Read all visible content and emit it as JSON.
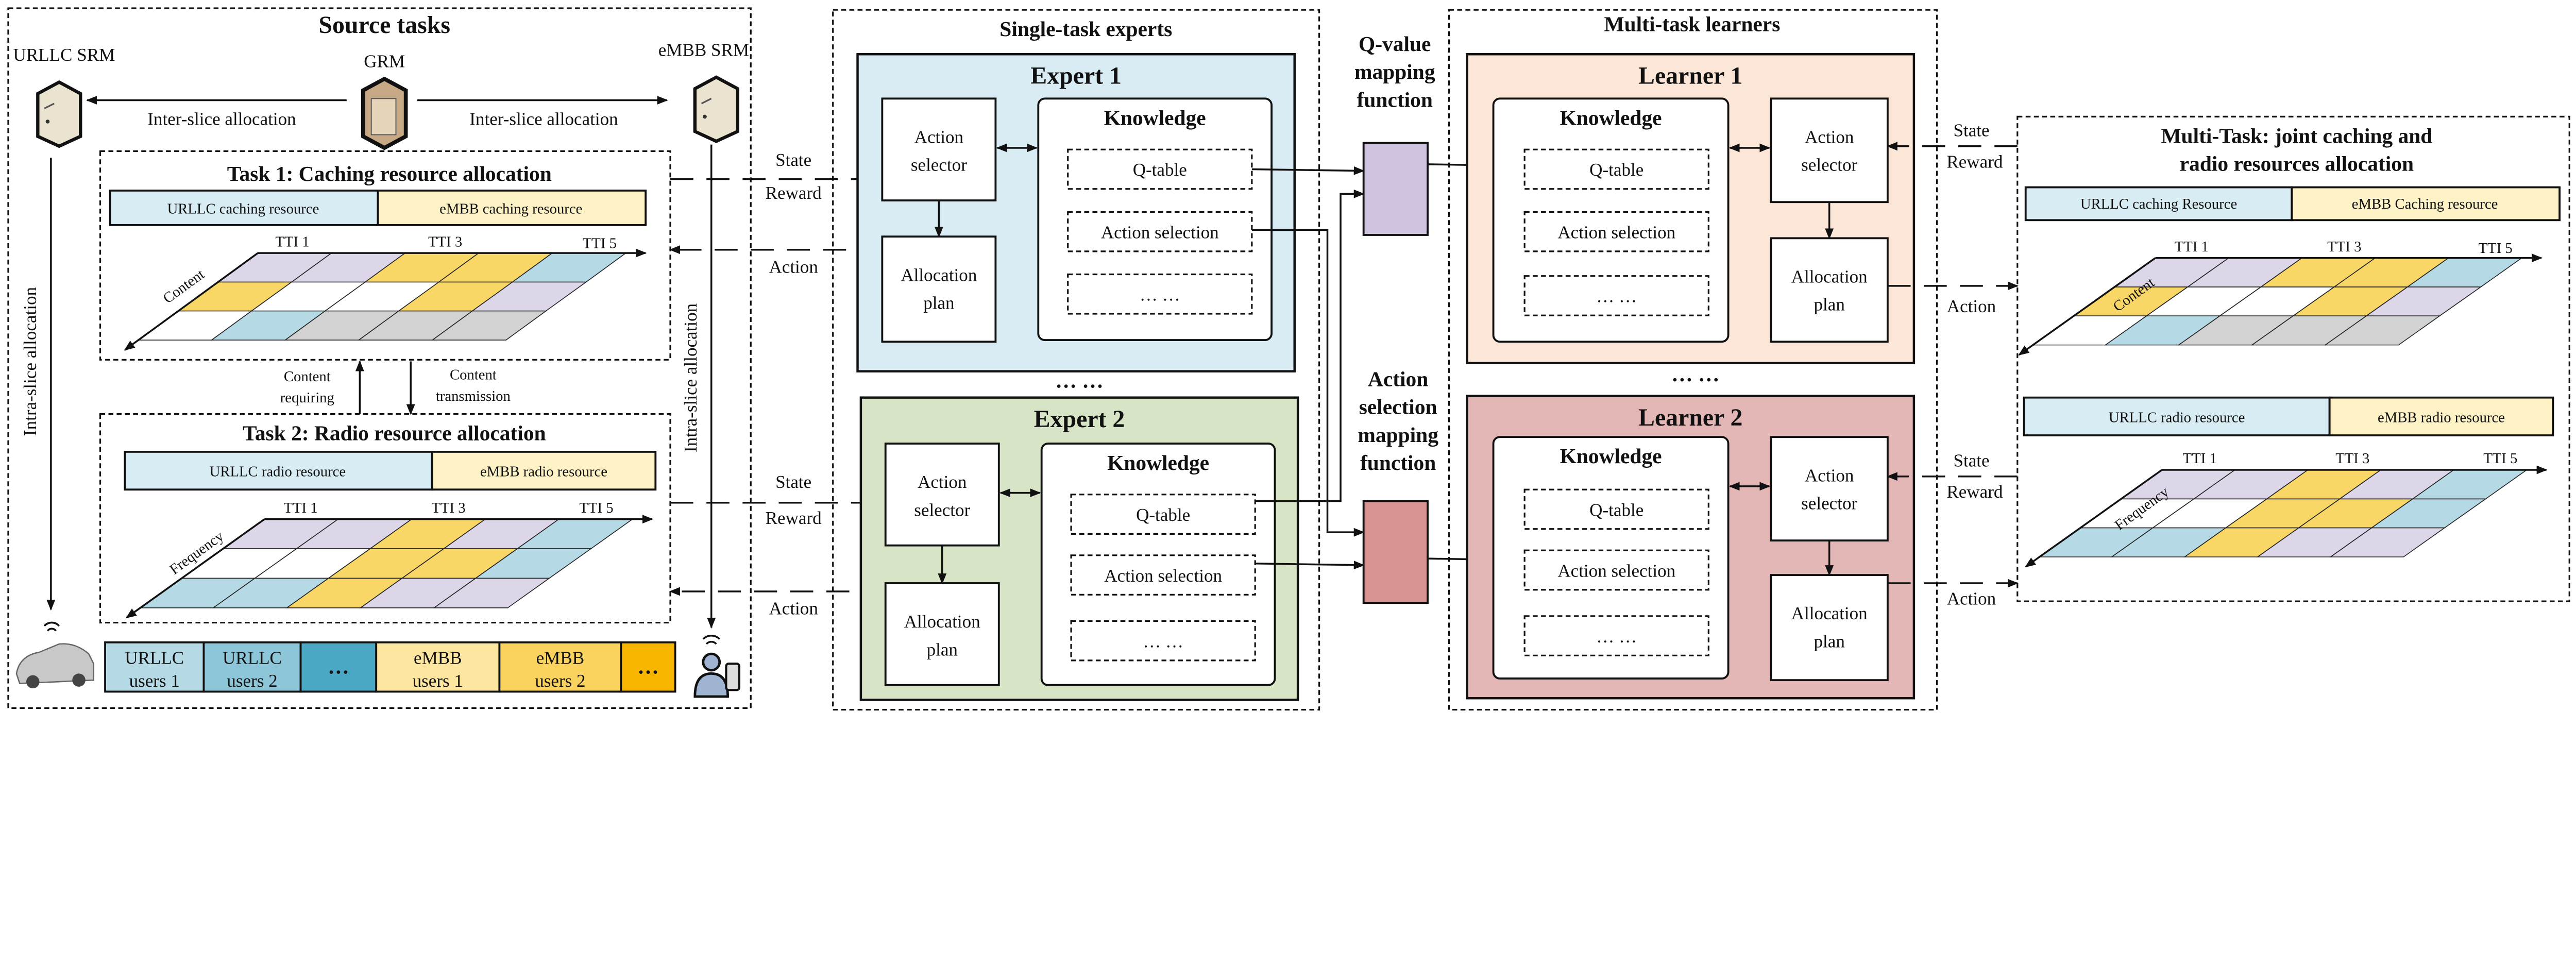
{
  "signals": {
    "state": "State",
    "reward": "Reward",
    "action": "Action"
  },
  "colors": {
    "purple": "#dcd6e8",
    "yellow": "#f9d766",
    "blue": "#b5dae6",
    "gray": "#d2d2d2",
    "white": "#ffffff",
    "bar_blue": "#d8ecf3",
    "bar_yellow": "#fdf1c6",
    "expert1": "#d9ebf3",
    "expert2": "#d8e4c6",
    "learner1": "#fbe6d8",
    "learner2": "#e4b7b7",
    "qmap": "#cfc3df",
    "amap": "#d99393"
  },
  "source": {
    "title": "Source tasks",
    "urllc_srm": "URLLC SRM",
    "grm": "GRM",
    "embb_srm": "eMBB SRM",
    "inter_slice": "Inter-slice allocation",
    "intra_slice": "Intra-slice allocation",
    "content_requiring": [
      "Content",
      "requiring"
    ],
    "content_transmission": [
      "Content",
      "transmission"
    ],
    "task1": {
      "title": "Task 1: Caching resource allocation",
      "urllc_bar": "URLLC caching resource",
      "embb_bar": "eMBB caching resource",
      "tti": [
        "TTI 1",
        "TTI 3",
        "TTI 5"
      ],
      "axis": "Content",
      "cells": [
        [
          "purple",
          "purple",
          "yellow",
          "yellow",
          "blue"
        ],
        [
          "yellow",
          "white",
          "white",
          "yellow",
          "purple"
        ],
        [
          "white",
          "blue",
          "gray",
          "gray",
          "gray"
        ]
      ]
    },
    "task2": {
      "title": "Task 2: Radio resource allocation",
      "urllc_bar": "URLLC radio resource",
      "embb_bar": "eMBB radio resource",
      "tti": [
        "TTI 1",
        "TTI 3",
        "TTI 5"
      ],
      "axis": "Frequency",
      "cells": [
        [
          "purple",
          "purple",
          "yellow",
          "purple",
          "blue"
        ],
        [
          "white",
          "white",
          "yellow",
          "yellow",
          "blue"
        ],
        [
          "blue",
          "blue",
          "yellow",
          "purple",
          "purple"
        ]
      ]
    },
    "users": [
      {
        "lines": [
          "URLLC",
          "users 1"
        ],
        "color": "#b5dae6"
      },
      {
        "lines": [
          "URLLC",
          "users 2"
        ],
        "color": "#8dc6d8"
      },
      {
        "lines": [
          "…",
          ""
        ],
        "color": "#4ba8c4"
      },
      {
        "lines": [
          "eMBB",
          "users 1"
        ],
        "color": "#fde7a0"
      },
      {
        "lines": [
          "eMBB",
          "users 2"
        ],
        "color": "#f9d35e"
      },
      {
        "lines": [
          "…",
          ""
        ],
        "color": "#f7b500"
      }
    ]
  },
  "experts": {
    "title": "Single-task experts",
    "ellipsis": "… …",
    "items": [
      {
        "title": "Expert 1",
        "knowledge": "Knowledge",
        "action_selector": [
          "Action",
          "selector"
        ],
        "allocation_plan": [
          "Allocation",
          "plan"
        ],
        "q_table": "Q-table",
        "action_selection": "Action selection",
        "more": "… …"
      },
      {
        "title": "Expert 2",
        "knowledge": "Knowledge",
        "action_selector": [
          "Action",
          "selector"
        ],
        "allocation_plan": [
          "Allocation",
          "plan"
        ],
        "q_table": "Q-table",
        "action_selection": "Action selection",
        "more": "… …"
      }
    ]
  },
  "mapping": {
    "q_value": [
      "Q-value",
      "mapping",
      "function"
    ],
    "action_selection": [
      "Action",
      "selection",
      "mapping",
      "function"
    ]
  },
  "learners": {
    "title": "Multi-task learners",
    "ellipsis": "… …",
    "items": [
      {
        "title": "Learner 1",
        "knowledge": "Knowledge",
        "action_selector": [
          "Action",
          "selector"
        ],
        "allocation_plan": [
          "Allocation",
          "plan"
        ],
        "q_table": "Q-table",
        "action_selection": "Action selection",
        "more": "… …"
      },
      {
        "title": "Learner 2",
        "knowledge": "Knowledge",
        "action_selector": [
          "Action",
          "selector"
        ],
        "allocation_plan": [
          "Allocation",
          "plan"
        ],
        "q_table": "Q-table",
        "action_selection": "Action selection",
        "more": "… …"
      }
    ]
  },
  "multi_task": {
    "title": [
      "Multi-Task: joint caching and",
      "radio resources allocation"
    ],
    "caching": {
      "urllc_bar": "URLLC caching Resource",
      "embb_bar": "eMBB Caching resource",
      "tti": [
        "TTI 1",
        "TTI 3",
        "TTI 5"
      ],
      "axis": "Content",
      "cells": [
        [
          "purple",
          "purple",
          "yellow",
          "yellow",
          "blue"
        ],
        [
          "yellow",
          "white",
          "white",
          "yellow",
          "purple"
        ],
        [
          "white",
          "blue",
          "gray",
          "gray",
          "gray"
        ]
      ]
    },
    "radio": {
      "urllc_bar": "URLLC radio resource",
      "embb_bar": "eMBB radio resource",
      "tti": [
        "TTI 1",
        "TTI 3",
        "TTI 5"
      ],
      "axis": "Frequency",
      "cells": [
        [
          "purple",
          "purple",
          "yellow",
          "purple",
          "blue"
        ],
        [
          "white",
          "white",
          "yellow",
          "yellow",
          "blue"
        ],
        [
          "blue",
          "blue",
          "yellow",
          "purple",
          "purple"
        ]
      ]
    }
  }
}
